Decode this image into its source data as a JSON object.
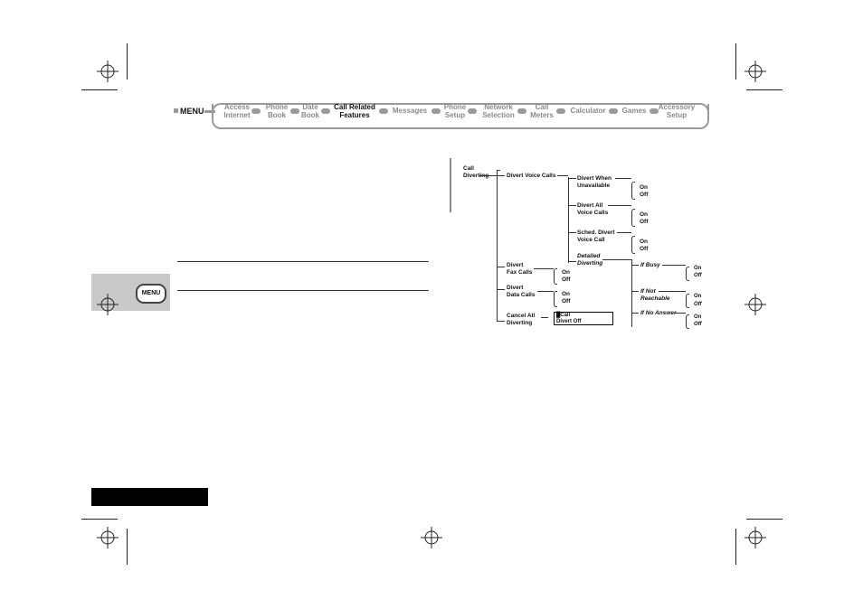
{
  "menu": {
    "root": "MENU",
    "items": [
      {
        "label": "Access\nInternet",
        "active": false
      },
      {
        "label": "Phone\nBook",
        "active": false
      },
      {
        "label": "Date\nBook",
        "active": false
      },
      {
        "label": "Call Related\nFeatures",
        "active": true
      },
      {
        "label": "Messages",
        "active": false
      },
      {
        "label": "Phone\nSetup",
        "active": false
      },
      {
        "label": "Network\nSelection",
        "active": false
      },
      {
        "label": "Call\nMeters",
        "active": false
      },
      {
        "label": "Calculator",
        "active": false
      },
      {
        "label": "Games",
        "active": false
      },
      {
        "label": "Accessory\nSetup",
        "active": false
      }
    ]
  },
  "side": {
    "key_label": "MENU"
  },
  "tree": {
    "root": "Call\nDiverting",
    "divert_voice_calls": "Divert Voice Calls",
    "divert_when_unavailable": "Divert When\nUnavailable",
    "divert_all_voice_calls": "Divert All\nVoice Calls",
    "sched_divert_voice_call": "Sched. Divert\nVoice Call",
    "detailed_diverting": "Detailed\nDiverting",
    "if_busy": "If Busy",
    "if_not_reachable": "If Not\nReachable",
    "if_no_answer": "If No Answer",
    "divert_fax_calls": "Divert\nFax Calls",
    "divert_data_calls": "Divert\nData Calls",
    "cancel_all_diverting": "Cancel All\nDiverting",
    "on": "On",
    "off": "Off",
    "display_line1": "█Call",
    "display_line2": "Divert Off"
  }
}
